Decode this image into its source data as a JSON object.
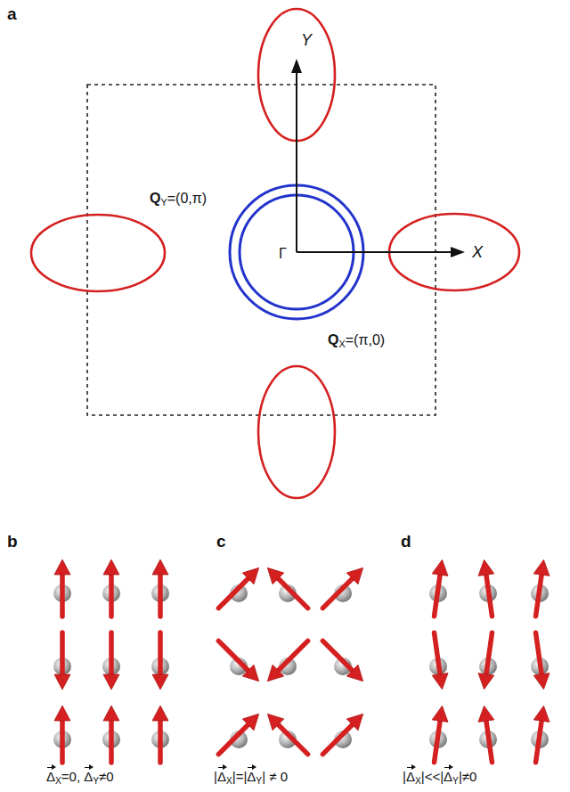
{
  "diagram": {
    "labels": [
      "a",
      "Y",
      "QY=(0,π)",
      "Γ",
      "X",
      "QX=(π,0)",
      "b",
      "ΔX=0, ΔY≠0",
      "c",
      "|ΔX|=|ΔY| ≠ 0",
      "d",
      "|ΔX|<<|ΔY|≠0"
    ]
  }
}
